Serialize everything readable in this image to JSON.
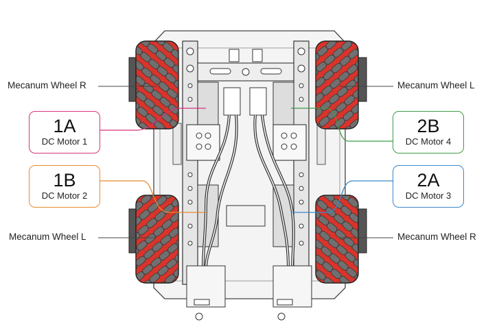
{
  "wheels": {
    "top_left": "Mecanum Wheel R",
    "top_right": "Mecanum Wheel L",
    "bottom_left": "Mecanum Wheel L",
    "bottom_right": "Mecanum Wheel R"
  },
  "motors": {
    "m1a": {
      "id": "1A",
      "name": "DC Motor 1",
      "color": "#d6337a"
    },
    "m1b": {
      "id": "1B",
      "name": "DC Motor 2",
      "color": "#e88a2e"
    },
    "m2b": {
      "id": "2B",
      "name": "DC Motor 4",
      "color": "#3f9a47"
    },
    "m2a": {
      "id": "2A",
      "name": "DC Motor 3",
      "color": "#3a86c8"
    }
  },
  "colors": {
    "wheel_red": "#d9342b",
    "roller_gray": "#6f6f6f",
    "frame_gray": "#dcdcdc",
    "outline": "#333333"
  }
}
